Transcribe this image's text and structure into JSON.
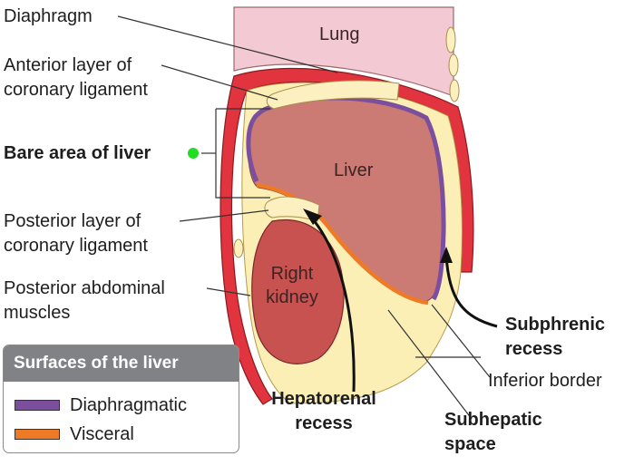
{
  "labels": {
    "diaphragm": "Diaphragm",
    "anterior_layer_line1": "Anterior layer of",
    "anterior_layer_line2": "coronary ligament",
    "bare_area": "Bare area of liver",
    "posterior_layer_line1": "Posterior layer of",
    "posterior_layer_line2": "coronary ligament",
    "posterior_muscles_line1": "Posterior abdominal",
    "posterior_muscles_line2": "muscles",
    "lung": "Lung",
    "liver": "Liver",
    "kidney_line1": "Right",
    "kidney_line2": "kidney",
    "subphrenic_line1": "Subphrenic",
    "subphrenic_line2": "recess",
    "inferior_border": "Inferior border",
    "hepatorenal_line1": "Hepatorenal",
    "hepatorenal_line2": "recess",
    "subhepatic_line1": "Subhepatic",
    "subhepatic_line2": "space"
  },
  "legend": {
    "title": "Surfaces of the liver",
    "items": [
      {
        "label": "Diaphragmatic",
        "color": "#7b4f9d"
      },
      {
        "label": "Visceral",
        "color": "#ee7a26"
      }
    ]
  },
  "colors": {
    "lung": "#f3c9d3",
    "diaphragm": "#e2343f",
    "peritoneum": "#fbefb6",
    "liver": "#cb7b73",
    "kidney": "#c8524f",
    "bare_area_dot": "#22dd22"
  }
}
